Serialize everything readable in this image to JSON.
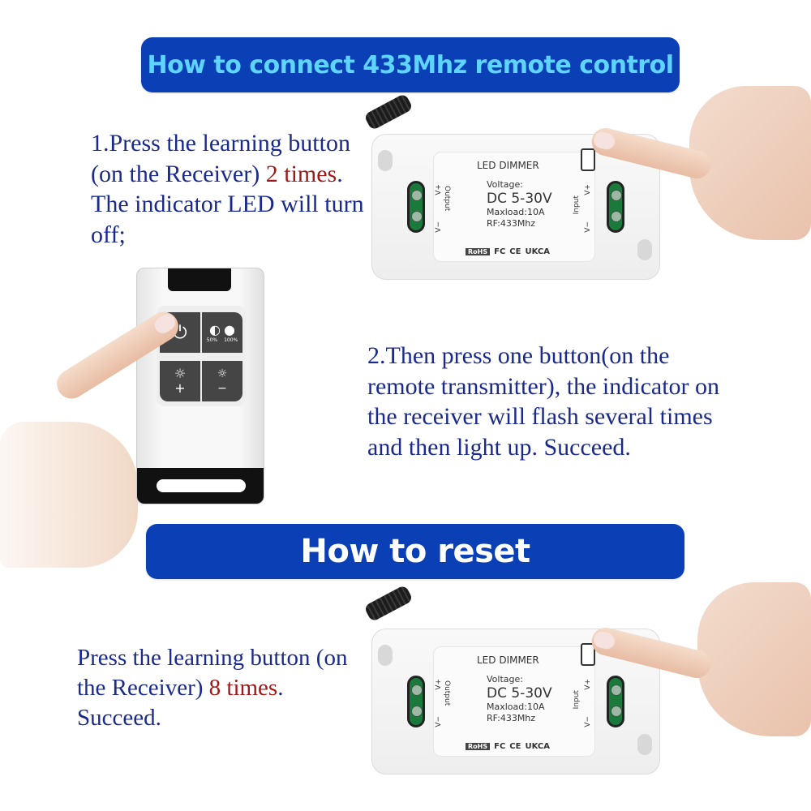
{
  "connect_section": {
    "banner_title": "How to connect 433Mhz remote control",
    "step1": {
      "text_before": "1.Press the learning button (on the Receiver) ",
      "highlight": "2 times",
      "text_after": ". The indicator LED will turn off;"
    },
    "step2": {
      "text": "2.Then press one button(on the remote transmitter), the indicator on the receiver will flash several times and then light up. Succeed."
    }
  },
  "reset_section": {
    "banner_title": "How to reset",
    "text_before": "Press the learning button (on the Receiver) ",
    "highlight": "8 times",
    "text_after": ". Succeed."
  },
  "receiver": {
    "title": "LED DIMMER",
    "voltage_label": "Voltage:",
    "voltage_value": "DC 5-30V",
    "maxload": "Maxload:10A",
    "rf": "RF:433Mhz",
    "output_label": "Output",
    "input_label": "Input",
    "v_plus": "V+",
    "v_minus": "V−",
    "certifications": [
      "RoHS",
      "FC",
      "CE",
      "UKCA"
    ]
  },
  "remote": {
    "buttons": [
      {
        "id": "power",
        "icon": "power-icon",
        "glyph": "⏻"
      },
      {
        "id": "level",
        "icon": "brightness-level-icon",
        "glyph_50": "◐",
        "glyph_100": "●",
        "label_50": "50%",
        "label_100": "100%"
      },
      {
        "id": "brightness-up",
        "icon": "sun-icon",
        "glyph": "☼",
        "sign": "+"
      },
      {
        "id": "brightness-down",
        "icon": "sun-small-icon",
        "glyph": "☼",
        "sign": "−"
      }
    ]
  },
  "colors": {
    "banner_bg": "#0a3fb5",
    "banner_top_text": "#5fd4ff",
    "banner_reset_text": "#ffffff",
    "body_text": "#1a2a8c",
    "highlight_text": "#a01818"
  }
}
